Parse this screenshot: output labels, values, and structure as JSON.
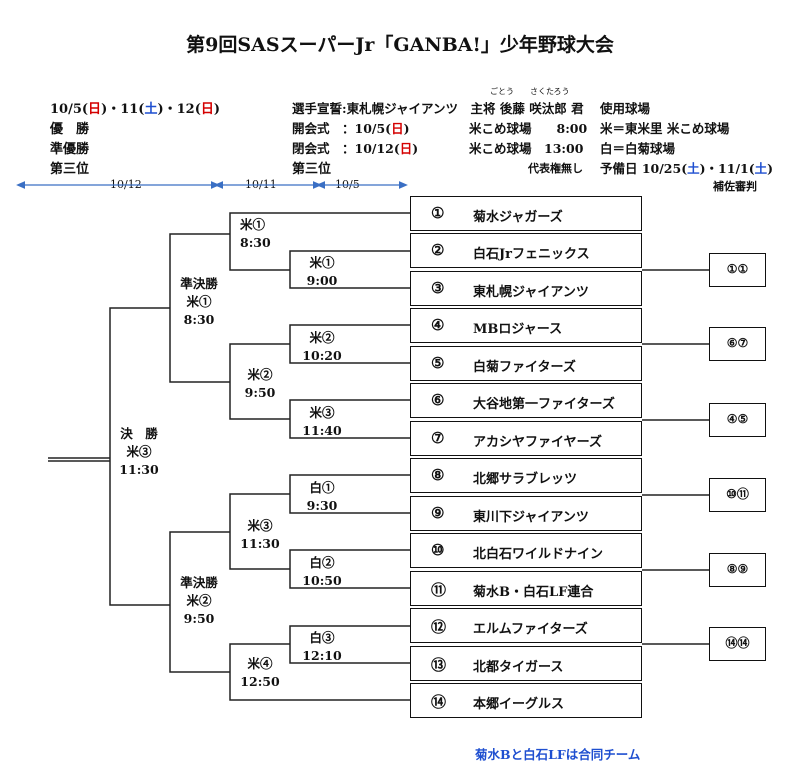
{
  "title": "第9回SASスーパーJr「GANBA!」少年野球大会",
  "schedule": {
    "dates_prefix_1": "10/5(",
    "dates_sun": "日",
    "dates_mid_1": ")・11(",
    "dates_sat": "土",
    "dates_mid_2": ")・12(",
    "dates_suffix": ")",
    "winner": "優　勝",
    "runner_up": "準優勝",
    "third": "第三位"
  },
  "info": {
    "oath_prefix": "選手宣誓:東札幌ジャイアンツ　主将",
    "oath_ruby": "ごとう　　さくたろう",
    "oath_name": "後藤 咲汰郎 君",
    "opening_label": "開会式　：10/5(",
    "opening_day": "日",
    "opening_suffix": ")",
    "closing_label": "閉会式　：10/12(",
    "closing_day": "日",
    "closing_suffix": ")",
    "third_label": "第三位",
    "venue_1": "米こめ球場　　8:00",
    "venue_2": "米こめ球場　13:00",
    "rep": "代表権無し",
    "fields_title": "使用球場",
    "field_1": "米＝東米里 米こめ球場",
    "field_2": "白＝白菊球場",
    "reserve_prefix": "予備日 10/25(",
    "reserve_sat_1": "土",
    "reserve_mid": ")・11/1(",
    "reserve_sat_2": "土",
    "reserve_suffix": ")",
    "ump_title": "補佐審判"
  },
  "rounds": {
    "r3": "10/12",
    "r2": "10/11",
    "r1": "10/5"
  },
  "teams": [
    {
      "num": "①",
      "name": "菊水ジャガーズ"
    },
    {
      "num": "②",
      "name": "白石Jrフェニックス"
    },
    {
      "num": "③",
      "name": "東札幌ジャイアンツ"
    },
    {
      "num": "④",
      "name": "MBロジャース"
    },
    {
      "num": "⑤",
      "name": "白菊ファイターズ"
    },
    {
      "num": "⑥",
      "name": "大谷地第一ファイターズ"
    },
    {
      "num": "⑦",
      "name": "アカシヤファイヤーズ"
    },
    {
      "num": "⑧",
      "name": "北郷サラブレッツ"
    },
    {
      "num": "⑨",
      "name": "東川下ジャイアンツ"
    },
    {
      "num": "⑩",
      "name": "北白石ワイルドナイン"
    },
    {
      "num": "⑪",
      "name": "菊水B・白石LF連合"
    },
    {
      "num": "⑫",
      "name": "エルムファイターズ"
    },
    {
      "num": "⑬",
      "name": "北都タイガース"
    },
    {
      "num": "⑭",
      "name": "本郷イーグルス"
    }
  ],
  "games": {
    "g1a": {
      "venue": "米①",
      "time": "8:30"
    },
    "g1b": {
      "venue": "米①",
      "time": "9:00"
    },
    "g2": {
      "venue": "米②",
      "time": "10:20"
    },
    "g3": {
      "venue": "米③",
      "time": "11:40"
    },
    "gw1": {
      "venue": "白①",
      "time": "9:30"
    },
    "gw2": {
      "venue": "白②",
      "time": "10:50"
    },
    "gw3": {
      "venue": "白③",
      "time": "12:10"
    },
    "q2": {
      "venue": "米②",
      "time": "9:50"
    },
    "q3": {
      "venue": "米③",
      "time": "11:30"
    },
    "q4": {
      "venue": "米④",
      "time": "12:50"
    },
    "sf1": {
      "label": "準決勝",
      "venue": "米①",
      "time": "8:30"
    },
    "sf2": {
      "label": "準決勝",
      "venue": "米②",
      "time": "9:50"
    },
    "final": {
      "label": "決　勝",
      "venue": "米③",
      "time": "11:30"
    }
  },
  "umpires": [
    "①①",
    "⑥⑦",
    "④⑤",
    "⑩⑪",
    "⑧⑨",
    "⑭⑭"
  ],
  "note": "菊水Bと白石LFは合同チーム"
}
